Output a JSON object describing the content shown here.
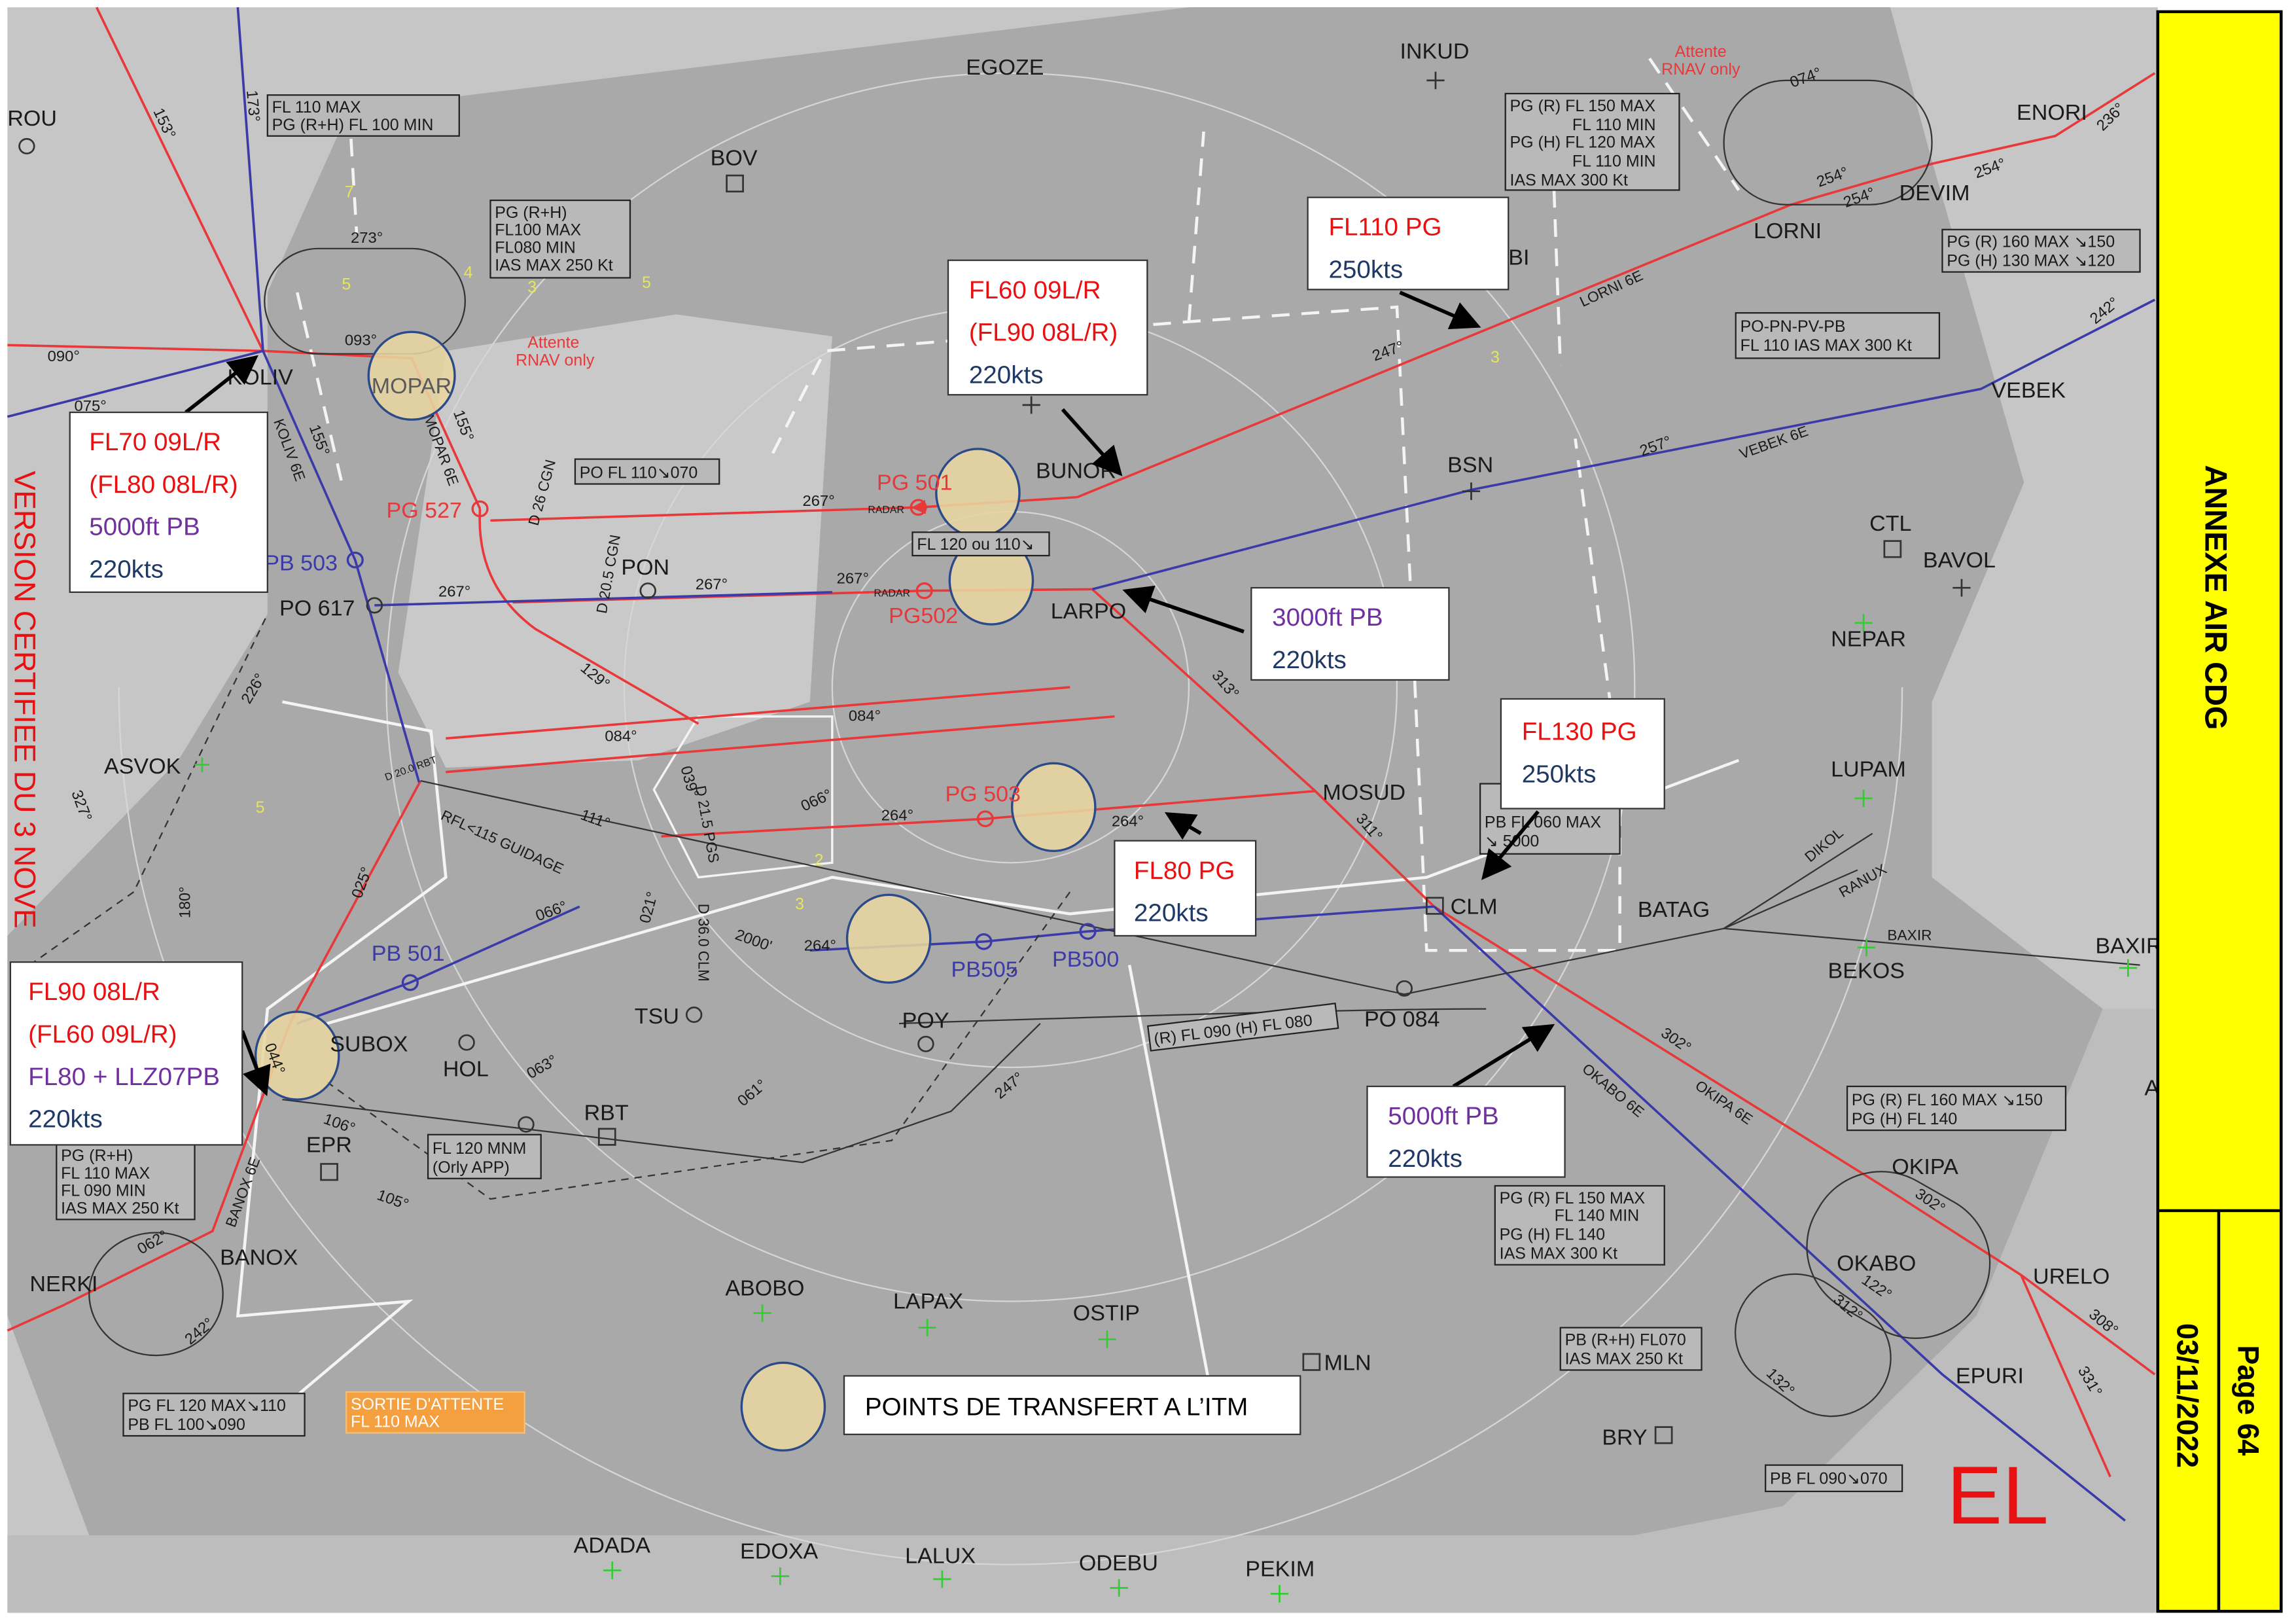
{
  "sidebar": {
    "title": "ANNEXE AIR CDG",
    "date": "03/11/2022",
    "page": "Page 64"
  },
  "watermark": "VERSION CERTIFIEE DU 3 NOVE",
  "stamp": "EL",
  "holding_note": {
    "line1": "Attente",
    "line2": "RNAV only"
  },
  "legend": {
    "label": "POINTS DE TRANSFERT A L’ITM"
  },
  "callouts": {
    "koliv": [
      "FL70 09L/R",
      "(FL80 08L/R)",
      "5000ft PB",
      "220kts"
    ],
    "bunor": [
      "FL60 09L/R",
      "(FL90 08L/R)",
      "220kts"
    ],
    "lorni": [
      "FL110 PG",
      "250kts"
    ],
    "larpo": [
      "3000ft PB",
      "220kts"
    ],
    "clm": [
      "FL130 PG",
      "250kts"
    ],
    "mosud": [
      "FL80 PG",
      "220kts"
    ],
    "subox": [
      "FL90 08L/R",
      "(FL60 09L/R)",
      "FL80 + LLZ07PB",
      "220kts"
    ],
    "okabo": [
      "5000ft PB",
      "220kts"
    ]
  },
  "waypoints": {
    "rou": "ROU",
    "egoze": "EGOZE",
    "inkud": "INKUD",
    "bov": "BOV",
    "koliv": "KOLIV",
    "mopar": "MOPAR",
    "bunor": "BUNOR",
    "bsn": "BSN",
    "ctl": "CTL",
    "bavol": "BAVOL",
    "nepar": "NEPAR",
    "larpo": "LARPO",
    "pon": "PON",
    "po617": "PO 617",
    "pb503": "PB 503",
    "pg527": "PG 527",
    "pg501": "PG 501",
    "pg502": "PG502",
    "pg503": "PG 503",
    "asvok": "ASVOK",
    "mosud": "MOSUD",
    "clm": "CLM",
    "batag": "BATAG",
    "lupam": "LUPAM",
    "bekos": "BEKOS",
    "baxir": "BAXIR",
    "pb501": "PB 501",
    "pb505": "PB505",
    "pb500": "PB500",
    "subox": "SUBOX",
    "hol": "HOL",
    "tsu": "TSU",
    "poy": "POY",
    "po084": "PO 084",
    "rbt": "RBT",
    "epr": "EPR",
    "banox": "BANOX",
    "nerki": "NERKI",
    "abobo": "ABOBO",
    "lapax": "LAPAX",
    "ostip": "OSTIP",
    "mln": "MLN",
    "bry": "BRY",
    "okipa": "OKIPA",
    "okabo": "OKABO",
    "urelo": "URELO",
    "epuri": "EPURI",
    "enori": "ENORI",
    "devim": "DEVIM",
    "lorni": "LORNI",
    "vebek": "VEBEK",
    "adada": "ADADA",
    "edoxa": "EDOXA",
    "lalux": "LALUX",
    "odebu": "ODEBU",
    "pekim": "PEKIM",
    "bi": "BI",
    "a": "A"
  },
  "constraints": [
    [
      "FL 110 MAX",
      "PG (R+H) FL 100 MIN"
    ],
    [
      "PG (R+H)",
      "FL100 MAX",
      "FL080 MIN",
      "IAS MAX 250 Kt"
    ],
    [
      "PG (R) FL 150 MAX",
      "FL 110 MIN",
      "PG (H) FL 120 MAX",
      "FL 110 MIN",
      "IAS MAX 300 Kt"
    ],
    [
      "PG (R) 160 MAX ↘150",
      "PG (H) 130 MAX ↘120"
    ],
    [
      "PO-PN-PV-PB",
      "FL 110 IAS MAX 300 Kt"
    ],
    [
      "PO FL 110↘070"
    ],
    [
      "FL 120 ou 110↘"
    ],
    [
      "PB FL 060 MAX",
      "↘ 5000"
    ],
    [
      "(R) FL 090 (H) FL 080"
    ],
    [
      "FL 120 MNM",
      "(Orly APP)"
    ],
    [
      "PG (R+H)",
      "FL 110 MAX",
      "FL 090 MIN",
      "IAS MAX 250 Kt"
    ],
    [
      "PG (R) FL 160 MAX ↘150",
      "PG (H) FL 140"
    ],
    [
      "PG (R) FL 150 MAX",
      "FL 140 MIN",
      "PG (H) FL 140",
      "IAS MAX 300 Kt"
    ],
    [
      "PB (R+H) FL070",
      "IAS MAX 250 Kt"
    ],
    [
      "PG FL 120 MAX↘110",
      "PB FL 100↘090"
    ],
    [
      "SORTIE D'ATTENTE",
      "FL 110 MAX"
    ],
    [
      "PB FL 090↘070"
    ]
  ],
  "headings": [
    "153°",
    "173°",
    "273°",
    "093°",
    "090°",
    "075°",
    "155°",
    "155°",
    "267°",
    "267°",
    "267°",
    "267°",
    "129°",
    "084°",
    "084°",
    "066°",
    "264°",
    "264°",
    "264°",
    "111°",
    "226°",
    "327°",
    "180°",
    "025°",
    "066°",
    "021°",
    "039°",
    "2000'",
    "063°",
    "106°",
    "105°",
    "062°",
    "242°",
    "061°",
    "247°",
    "313°",
    "311°",
    "302°",
    "302°",
    "122°",
    "312°",
    "132°",
    "308°",
    "331°",
    "074°",
    "254°",
    "254°",
    "254°",
    "236°",
    "242°",
    "257°",
    "247°",
    "044°"
  ],
  "route_labels": [
    "KOLIV 6E",
    "MOPAR 6E",
    "LORNI 6E",
    "VEBEK 6E",
    "OKABO 6E",
    "OKIPA 6E",
    "BANOX 6E",
    "D 26 CGN",
    "D 20.5 CGN",
    "D 21.5 PGS",
    "D 36.0 CLM",
    "RFL<115 GUIDAGE",
    "D 20.0 RBT",
    "RADAR",
    "RADAR",
    "DIKOL",
    "RANUX",
    "BAXIR"
  ],
  "sector_numbers": [
    "7",
    "5",
    "4",
    "3",
    "5",
    "3",
    "5",
    "2",
    "3"
  ],
  "colors": {
    "pg_route": "#e8383a",
    "pb_route": "#3a3aa8",
    "transfer_point": "#e8d59f",
    "sidebar": "#ffff00",
    "callout_red": "#e81010",
    "callout_purple": "#7030a0",
    "callout_navy": "#1f3864"
  }
}
